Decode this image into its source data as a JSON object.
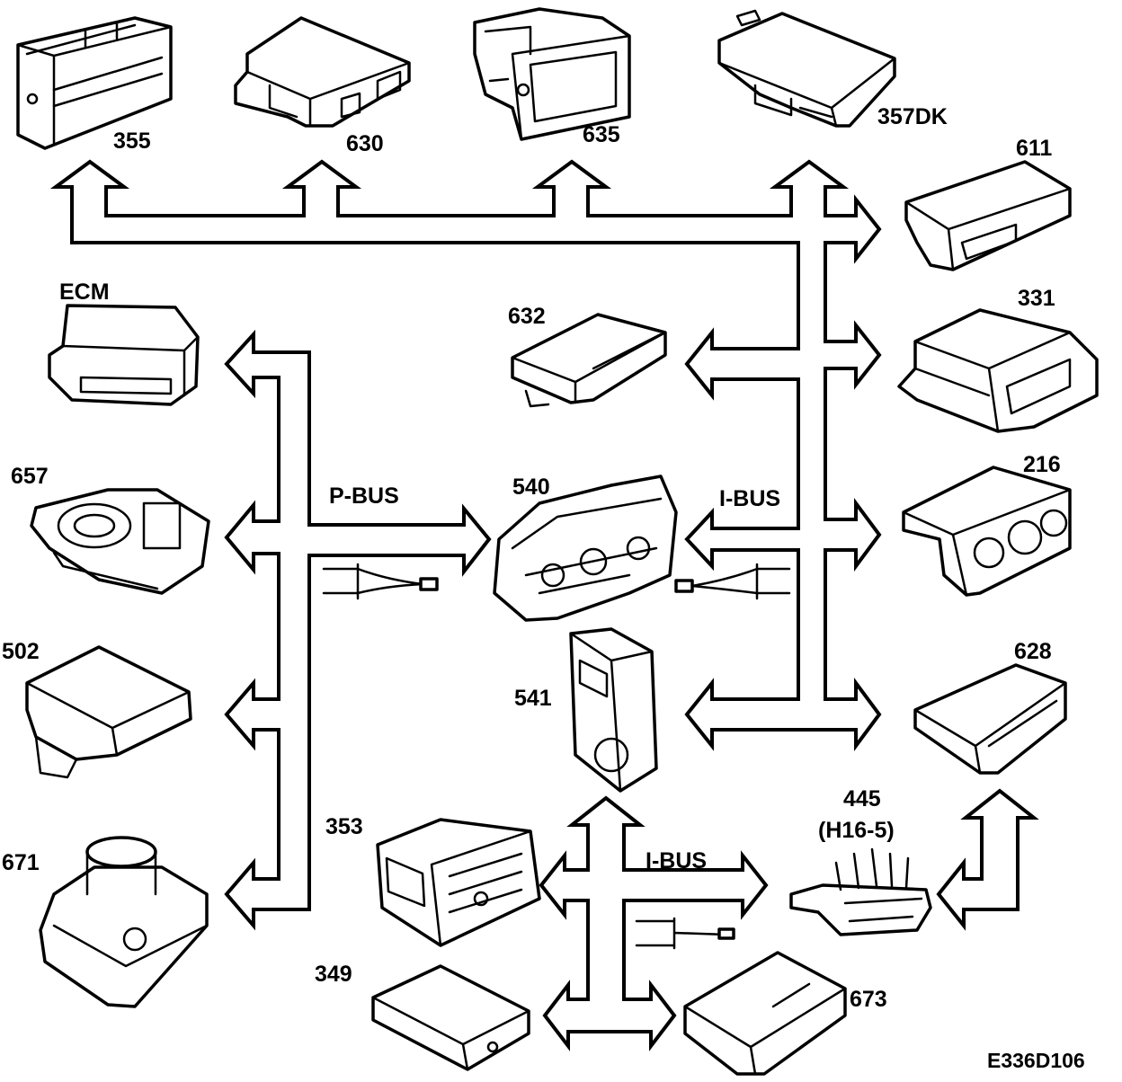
{
  "diagram": {
    "drawing_ref": "E336D106",
    "buses": {
      "p_bus": "P-BUS",
      "i_bus_upper": "I-BUS",
      "i_bus_lower": "I-BUS"
    },
    "components": [
      {
        "id": "c355",
        "label": "355"
      },
      {
        "id": "c630",
        "label": "630"
      },
      {
        "id": "c635",
        "label": "635"
      },
      {
        "id": "c357dk",
        "label": "357DK"
      },
      {
        "id": "c611",
        "label": "611"
      },
      {
        "id": "c331",
        "label": "331"
      },
      {
        "id": "c216",
        "label": "216"
      },
      {
        "id": "c628",
        "label": "628"
      },
      {
        "id": "c445",
        "label": "445",
        "sublabel": "(H16-5)"
      },
      {
        "id": "c673",
        "label": "673"
      },
      {
        "id": "c349",
        "label": "349"
      },
      {
        "id": "c353",
        "label": "353"
      },
      {
        "id": "c541",
        "label": "541"
      },
      {
        "id": "c540",
        "label": "540"
      },
      {
        "id": "c632",
        "label": "632"
      },
      {
        "id": "cecm",
        "label": "ECM"
      },
      {
        "id": "c657",
        "label": "657"
      },
      {
        "id": "c502",
        "label": "502"
      },
      {
        "id": "c671",
        "label": "671"
      }
    ]
  }
}
